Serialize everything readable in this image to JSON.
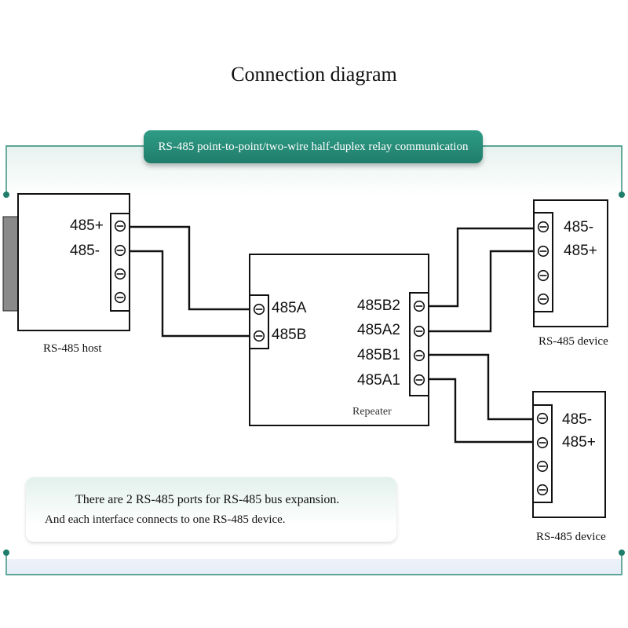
{
  "title": "Connection diagram",
  "banner": "RS-485 point-to-point/two-wire half-duplex relay communication",
  "host": {
    "caption": "RS-485 host",
    "ports": [
      "485+",
      "485-"
    ]
  },
  "repeater": {
    "caption": "Repeater",
    "left_ports": [
      "485A",
      "485B"
    ],
    "right_ports": [
      "485B2",
      "485A2",
      "485B1",
      "485A1"
    ]
  },
  "device_top": {
    "caption": "RS-485 device",
    "ports": [
      "485-",
      "485+"
    ]
  },
  "device_bottom": {
    "caption": "RS-485 device",
    "ports": [
      "485-",
      "485+"
    ]
  },
  "note": {
    "line1": "There are 2 RS-485 ports for RS-485 bus expansion.",
    "line2": "And each interface connects to one RS-485 device."
  },
  "colors": {
    "accent": "#1f7d6b",
    "frame": "#2a8a76",
    "wire": "#111111"
  }
}
